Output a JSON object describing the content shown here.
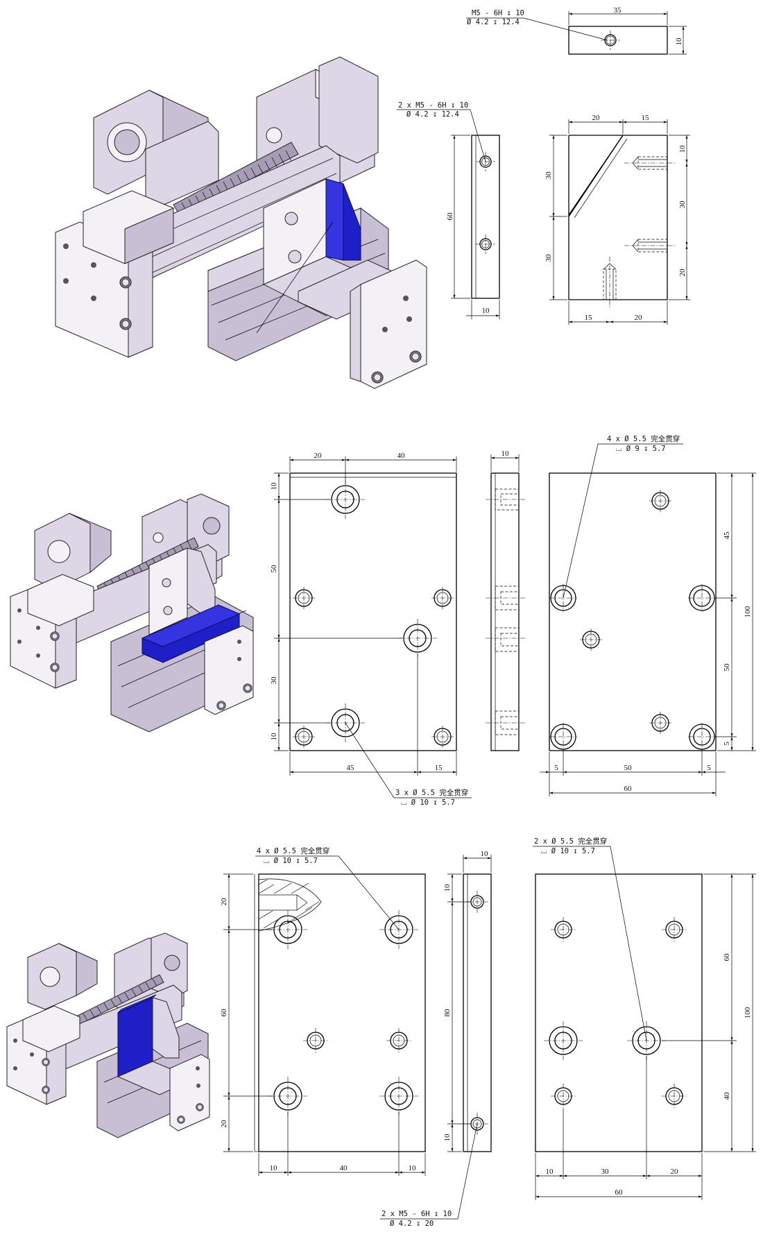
{
  "notes": {
    "top_single_thread": {
      "line1": "M5 - 6H ↧ 10",
      "line2": "Ø 4.2 ↧ 12.4"
    },
    "top_double_thread": {
      "line1": "2 x  M5 - 6H ↧ 10",
      "line2": "Ø 4.2 ↧ 12.4"
    },
    "mid_four_holes": {
      "line1": "4 x Ø 5.5 完全贯穿",
      "line2": "⌴ Ø 9 ↧ 5.7"
    },
    "mid_three_holes": {
      "line1": "3 x Ø 5.5 完全贯穿",
      "line2": "⌴ Ø 10 ↧ 5.7"
    },
    "bot_four_holes": {
      "line1": "4 x Ø 5.5 完全贯穿",
      "line2": "⌴ Ø 10 ↧ 5.7"
    },
    "bot_two_holes": {
      "line1": "2 x Ø 5.5 完全贯穿",
      "line2": "⌴ Ø 10 ↧ 5.7"
    },
    "bot_thread": {
      "line1": "2 x  M5 - 6H ↧ 10",
      "line2": "Ø 4.2 ↧ 20"
    }
  },
  "dims": {
    "top": {
      "width": "35",
      "height": "10",
      "bar_height": "60",
      "bar_width": "10",
      "w20": "20",
      "w15": "15",
      "side30a": "30",
      "side30b": "30",
      "r10": "10",
      "r30": "30",
      "r20": "20",
      "b15": "15",
      "b20": "20"
    },
    "mid": {
      "t20": "20",
      "t40": "40",
      "l10a": "10",
      "l50": "50",
      "l30": "30",
      "l10b": "10",
      "b45": "45",
      "b15": "15",
      "side10": "10",
      "r45": "45",
      "r50": "50",
      "r5": "5",
      "r100": "100",
      "bb5a": "5",
      "bb50": "50",
      "bb5b": "5",
      "bb60": "60"
    },
    "bot": {
      "l20a": "20",
      "l60": "60",
      "l20b": "20",
      "b10a": "10",
      "b40": "40",
      "b10b": "10",
      "s10a": "10",
      "s80": "80",
      "s10b": "10",
      "side10": "10",
      "r60": "60",
      "r40": "40",
      "r100": "100",
      "bb10": "10",
      "bb30": "30",
      "bb20": "20",
      "bb60": "60"
    }
  },
  "colors": {
    "highlight": "#1f1fc7",
    "body": "#ddd6e6",
    "background": "#ffffff"
  }
}
